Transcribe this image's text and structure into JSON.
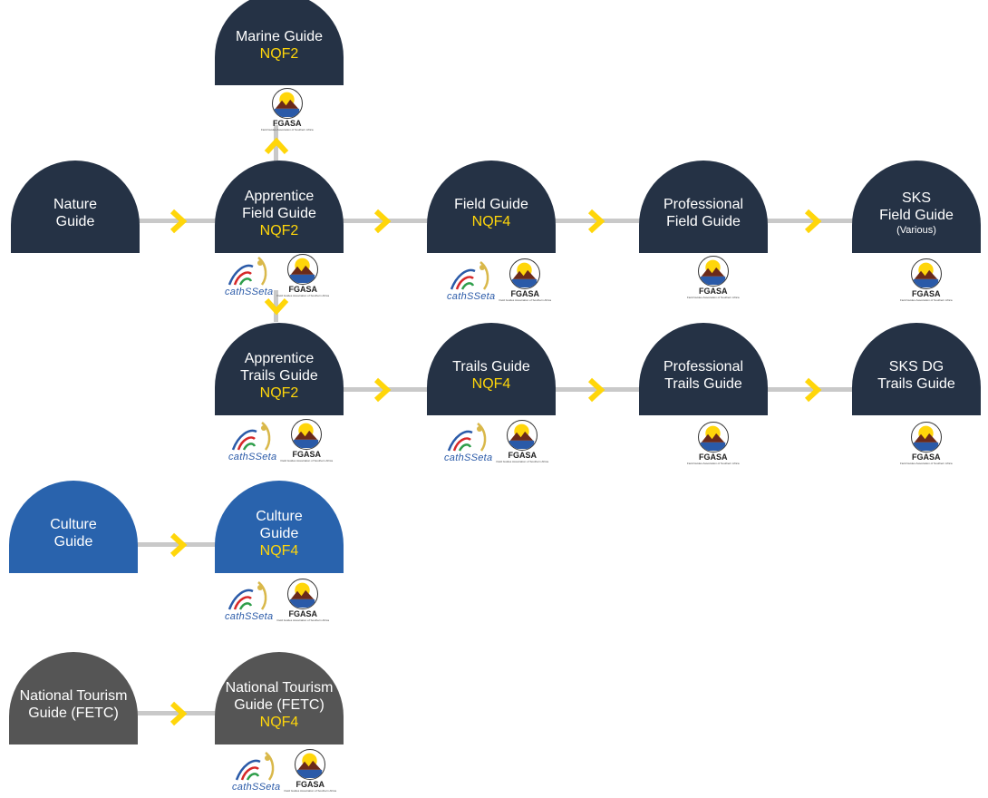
{
  "colors": {
    "dark": "#253245",
    "blue": "#2963ad",
    "grey": "#555555",
    "accent": "#ffd60a",
    "connector": "#c9c9c9"
  },
  "logos": {
    "cathsseta": "cathSSeta",
    "fgasa": "FGASA",
    "fgasa_sub": "Field Guides Association of Southern Africa"
  },
  "nodes": {
    "marine": {
      "name": "Marine Guide",
      "nqf": "NQF2"
    },
    "nature": {
      "name": "Nature\nGuide"
    },
    "apprentice_field": {
      "name": "Apprentice\nField Guide",
      "nqf": "NQF2"
    },
    "field": {
      "name": "Field Guide",
      "nqf": "NQF4"
    },
    "prof_field": {
      "name": "Professional\nField Guide"
    },
    "sks_field": {
      "name": "SKS\nField Guide",
      "note": "(Various)"
    },
    "apprentice_trails": {
      "name": "Apprentice\nTrails Guide",
      "nqf": "NQF2"
    },
    "trails": {
      "name": "Trails Guide",
      "nqf": "NQF4"
    },
    "prof_trails": {
      "name": "Professional\nTrails Guide"
    },
    "sks_dg_trails": {
      "name": "SKS DG\nTrails Guide"
    },
    "culture_1": {
      "name": "Culture\nGuide"
    },
    "culture_2": {
      "name": "Culture\nGuide",
      "nqf": "NQF4"
    },
    "tourism_1": {
      "name": "National Tourism\nGuide (FETC)"
    },
    "tourism_2": {
      "name": "National Tourism\nGuide (FETC)",
      "nqf": "NQF4"
    }
  }
}
